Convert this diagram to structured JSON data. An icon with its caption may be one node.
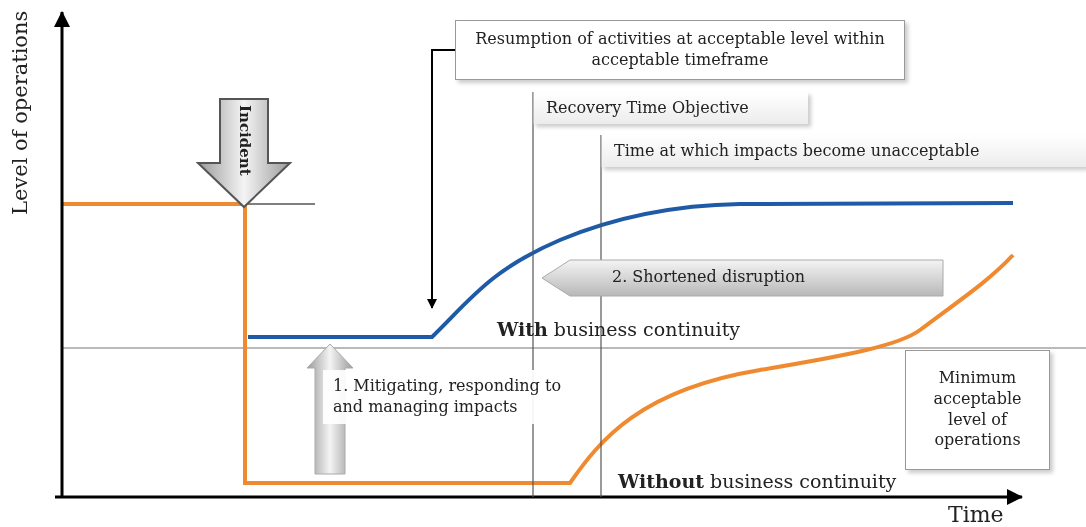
{
  "diagram": {
    "nodes": [
      {
        "text": [
          "Incident"
        ]
      },
      {
        "text": [
          "Resumption of activities at acceptable level within acceptable timeframe"
        ]
      },
      {
        "text": [
          "Recovery Time Objective"
        ]
      },
      {
        "text": [
          "Time at which impacts become unacceptable"
        ]
      },
      {
        "text": [
          "2. Shortened disruption"
        ]
      },
      {
        "text": [
          "1. Mitigating, responding to and managing impacts"
        ]
      },
      {
        "text": [
          "Minimum acceptable level of operations"
        ]
      }
    ],
    "edges": [
      {
        "from": 1,
        "to": null,
        "arrow": "to"
      },
      {
        "from": 2,
        "to": null,
        "arrow": "none"
      },
      {
        "from": 3,
        "to": null,
        "arrow": "none"
      }
    ],
    "labels": [
      "Level of operations",
      "**With** business continuity",
      "**Without** business continuity",
      "Time"
    ]
  }
}
